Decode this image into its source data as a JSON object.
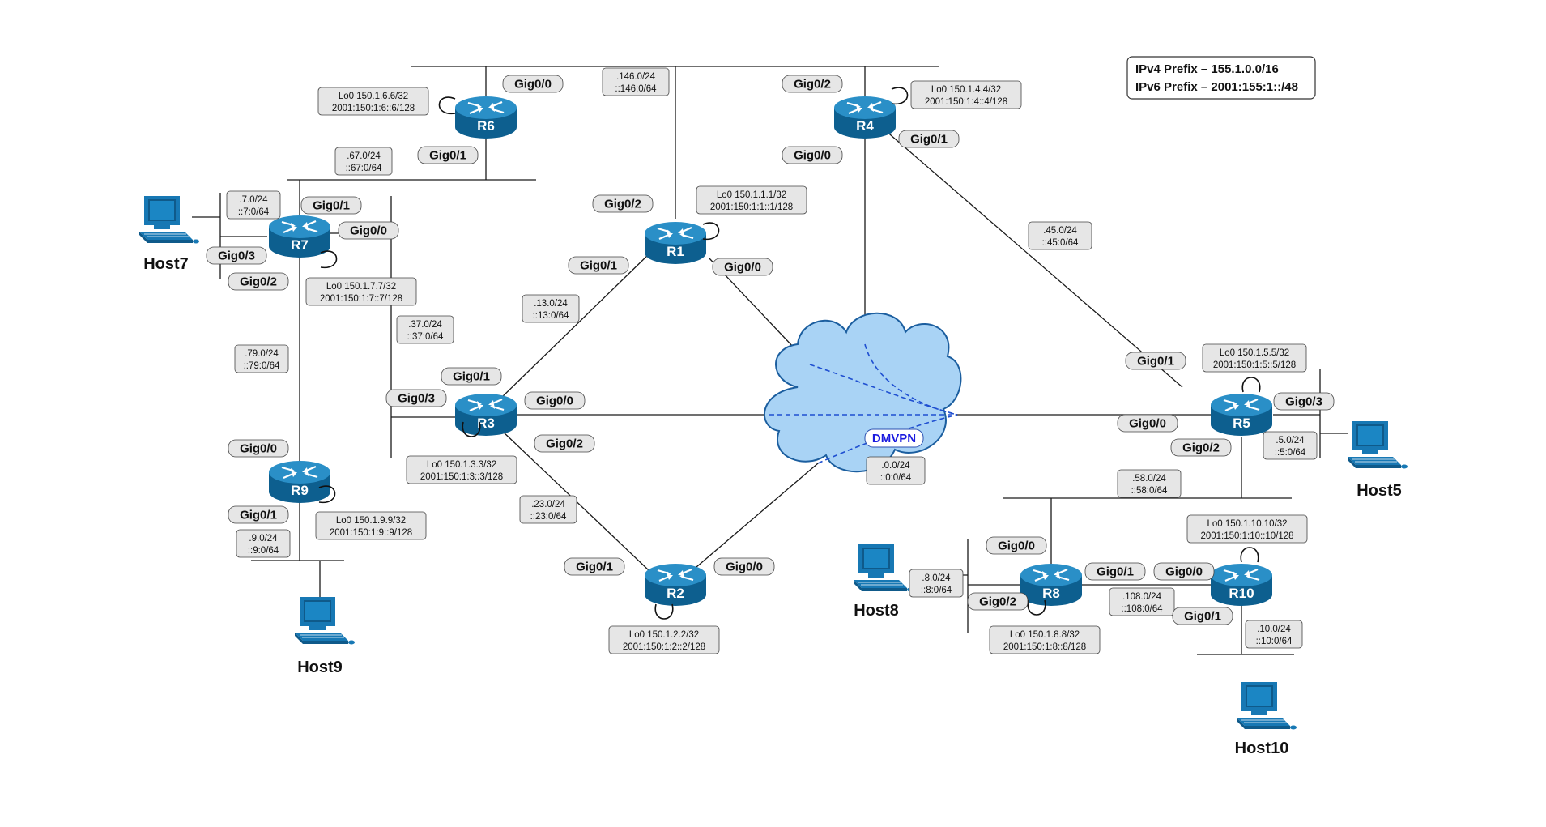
{
  "prefix_box": {
    "ipv4": "IPv4 Prefix – 155.1.0.0/16",
    "ipv6": "IPv6 Prefix – 2001:155:1::/48"
  },
  "cloud": {
    "label": "DMVPN",
    "subnet_v4": ".0.0/24",
    "subnet_v6": "::0:0/64"
  },
  "routers": [
    {
      "id": "r1",
      "name": "R1",
      "loopback_v4": "Lo0 150.1.1.1/32",
      "loopback_v6": "2001:150:1:1::1/128"
    },
    {
      "id": "r2",
      "name": "R2",
      "loopback_v4": "Lo0 150.1.2.2/32",
      "loopback_v6": "2001:150:1:2::2/128"
    },
    {
      "id": "r3",
      "name": "R3",
      "loopback_v4": "Lo0 150.1.3.3/32",
      "loopback_v6": "2001:150:1:3::3/128"
    },
    {
      "id": "r4",
      "name": "R4",
      "loopback_v4": "Lo0 150.1.4.4/32",
      "loopback_v6": "2001:150:1:4::4/128"
    },
    {
      "id": "r5",
      "name": "R5",
      "loopback_v4": "Lo0 150.1.5.5/32",
      "loopback_v6": "2001:150:1:5::5/128"
    },
    {
      "id": "r6",
      "name": "R6",
      "loopback_v4": "Lo0 150.1.6.6/32",
      "loopback_v6": "2001:150:1:6::6/128"
    },
    {
      "id": "r7",
      "name": "R7",
      "loopback_v4": "Lo0 150.1.7.7/32",
      "loopback_v6": "2001:150:1:7::7/128"
    },
    {
      "id": "r8",
      "name": "R8",
      "loopback_v4": "Lo0 150.1.8.8/32",
      "loopback_v6": "2001:150:1:8::8/128"
    },
    {
      "id": "r9",
      "name": "R9",
      "loopback_v4": "Lo0 150.1.9.9/32",
      "loopback_v6": "2001:150:1:9::9/128"
    },
    {
      "id": "r10",
      "name": "R10",
      "loopback_v4": "Lo0 150.1.10.10/32",
      "loopback_v6": "2001:150:1:10::10/128"
    }
  ],
  "hosts": [
    {
      "id": "host7",
      "name": "Host7"
    },
    {
      "id": "host5",
      "name": "Host5"
    },
    {
      "id": "host8",
      "name": "Host8"
    },
    {
      "id": "host9",
      "name": "Host9"
    },
    {
      "id": "host10",
      "name": "Host10"
    }
  ],
  "subnets": [
    {
      "id": "s146",
      "v4": ".146.0/24",
      "v6": "::146:0/64"
    },
    {
      "id": "s67",
      "v4": ".67.0/24",
      "v6": "::67:0/64"
    },
    {
      "id": "s7",
      "v4": ".7.0/24",
      "v6": "::7:0/64"
    },
    {
      "id": "s37",
      "v4": ".37.0/24",
      "v6": "::37:0/64"
    },
    {
      "id": "s79",
      "v4": ".79.0/24",
      "v6": "::79:0/64"
    },
    {
      "id": "s9",
      "v4": ".9.0/24",
      "v6": "::9:0/64"
    },
    {
      "id": "s13",
      "v4": ".13.0/24",
      "v6": "::13:0/64"
    },
    {
      "id": "s23",
      "v4": ".23.0/24",
      "v6": "::23:0/64"
    },
    {
      "id": "s45",
      "v4": ".45.0/24",
      "v6": "::45:0/64"
    },
    {
      "id": "s5",
      "v4": ".5.0/24",
      "v6": "::5:0/64"
    },
    {
      "id": "s58",
      "v4": ".58.0/24",
      "v6": "::58:0/64"
    },
    {
      "id": "s8",
      "v4": ".8.0/24",
      "v6": "::8:0/64"
    },
    {
      "id": "s108",
      "v4": ".108.0/24",
      "v6": "::108:0/64"
    },
    {
      "id": "s10",
      "v4": ".10.0/24",
      "v6": "::10:0/64"
    }
  ],
  "interfaces": [
    {
      "id": "r6-g00",
      "label": "Gig0/0"
    },
    {
      "id": "r6-g01",
      "label": "Gig0/1"
    },
    {
      "id": "r4-g02",
      "label": "Gig0/2"
    },
    {
      "id": "r4-g00",
      "label": "Gig0/0"
    },
    {
      "id": "r4-g01",
      "label": "Gig0/1"
    },
    {
      "id": "r1-g02",
      "label": "Gig0/2"
    },
    {
      "id": "r1-g01",
      "label": "Gig0/1"
    },
    {
      "id": "r1-g00",
      "label": "Gig0/0"
    },
    {
      "id": "r7-g01",
      "label": "Gig0/1"
    },
    {
      "id": "r7-g00",
      "label": "Gig0/0"
    },
    {
      "id": "r7-g03",
      "label": "Gig0/3"
    },
    {
      "id": "r7-g02",
      "label": "Gig0/2"
    },
    {
      "id": "r3-g01",
      "label": "Gig0/1"
    },
    {
      "id": "r3-g03",
      "label": "Gig0/3"
    },
    {
      "id": "r3-g00",
      "label": "Gig0/0"
    },
    {
      "id": "r3-g02",
      "label": "Gig0/2"
    },
    {
      "id": "r9-g00",
      "label": "Gig0/0"
    },
    {
      "id": "r9-g01",
      "label": "Gig0/1"
    },
    {
      "id": "r2-g01",
      "label": "Gig0/1"
    },
    {
      "id": "r2-g00",
      "label": "Gig0/0"
    },
    {
      "id": "r5-g01",
      "label": "Gig0/1"
    },
    {
      "id": "r5-g03",
      "label": "Gig0/3"
    },
    {
      "id": "r5-g00",
      "label": "Gig0/0"
    },
    {
      "id": "r5-g02",
      "label": "Gig0/2"
    },
    {
      "id": "r8-g00",
      "label": "Gig0/0"
    },
    {
      "id": "r8-g01",
      "label": "Gig0/1"
    },
    {
      "id": "r8-g02",
      "label": "Gig0/2"
    },
    {
      "id": "r10-g00",
      "label": "Gig0/0"
    },
    {
      "id": "r10-g01",
      "label": "Gig0/1"
    }
  ],
  "colors": {
    "router_top": "#2a8fc7",
    "router_side": "#0d5f8f",
    "cloud_fill": "#a9d3f5",
    "cloud_stroke": "#1b5e9f",
    "dmvpn_text": "#1a1adf",
    "dash": "#1f4fd1",
    "label_bg": "#e6e6e6",
    "host_blue": "#1778b4"
  }
}
